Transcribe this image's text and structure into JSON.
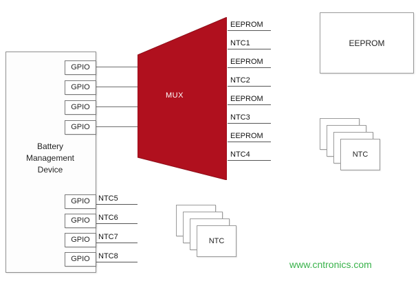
{
  "device": {
    "title": [
      "Battery",
      "Management",
      "Device"
    ],
    "top_gpio_labels": [
      "GPIO",
      "GPIO",
      "GPIO",
      "GPIO"
    ],
    "bottom_gpio_labels": [
      "GPIO",
      "GPIO",
      "GPIO",
      "GPIO"
    ],
    "bottom_pin_labels": [
      "NTC5",
      "NTC6",
      "NTC7",
      "NTC8"
    ]
  },
  "mux": {
    "label": "MUX",
    "fill_color": "#b0101e"
  },
  "mux_outputs": [
    "EEPROM",
    "NTC1",
    "EEPROM",
    "NTC2",
    "EEPROM",
    "NTC3",
    "EEPROM",
    "NTC4"
  ],
  "eeprom_box": {
    "label": "EEPROM"
  },
  "ntc_stack_right": {
    "label": "NTC"
  },
  "ntc_stack_bottom": {
    "label": "NTC"
  },
  "watermark": {
    "text": "www.cntronics.com",
    "color": "#38b24a"
  }
}
